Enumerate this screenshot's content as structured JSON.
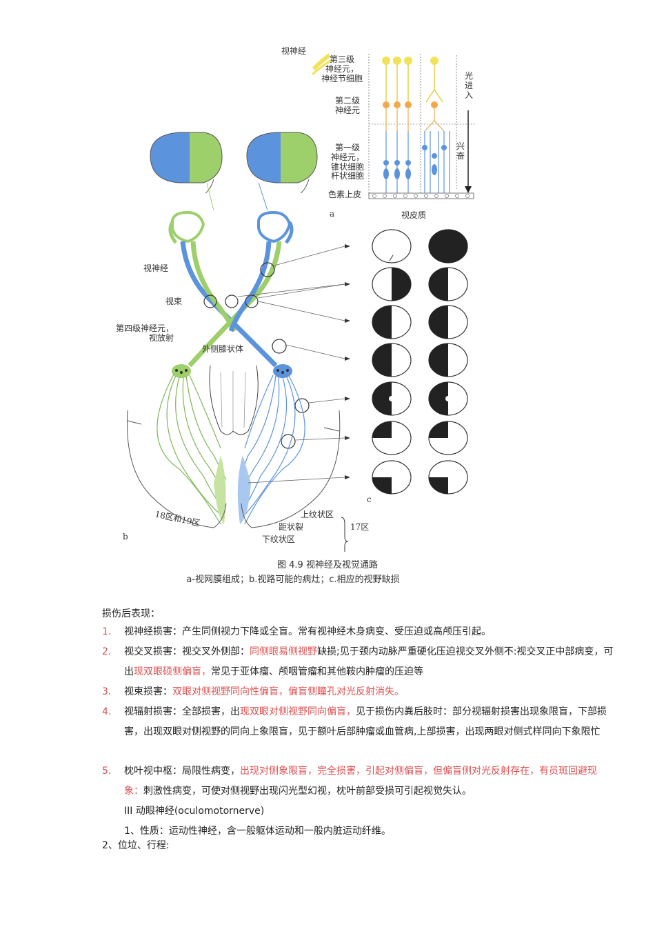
{
  "figure": {
    "labels": {
      "optic_nerve_top": "视神经",
      "third_order": "第三级\n神经元，\n神经节细胞",
      "second_order": "第二级\n神经元",
      "first_order": "第一级\n神经元，\n锥状细胞\n杆状细胞",
      "pigment_epithelium": "色素上皮",
      "light_enters": "光\n进\n入",
      "excitation": "兴\n奋",
      "panel_a": "a",
      "visual_cortex": "视皮质",
      "optic_nerve": "视神经",
      "optic_tract": "视束",
      "fourth_order": "第四级神经元，\n视放射",
      "lgn": "外侧膝状体",
      "area_18_19": "18区和19区",
      "panel_b": "b",
      "upper_striate": "上纹状区",
      "calcarine": "距状裂",
      "lower_striate": "下纹状区",
      "area_17": "17区",
      "panel_c": "c"
    },
    "colors": {
      "blue": "#5b93dd",
      "green": "#9dcf6a",
      "yellow": "#f2e15a",
      "orange": "#f2a94a"
    }
  },
  "caption": {
    "title": "图 4.9 视神经及视觉通路",
    "subtitle": "a-视网膜组成；b.视路可能的病灶；c.相应的视野缺损"
  },
  "section_title": "损伤后表现：",
  "items": [
    {
      "num": "1.",
      "parts": [
        {
          "t": "视神经损害：产生同侧视力下降或全盲。常有视神经木身病变、受压迫或高颅压引起。",
          "red": false
        }
      ]
    },
    {
      "num": "2.",
      "parts": [
        {
          "t": "视交叉损害：视交叉外侧部：",
          "red": false
        },
        {
          "t": "同侧眼易侧视野",
          "red": true
        },
        {
          "t": "缺损;见于颈内动脉严重硬化压迫视交叉外侧不:视交叉正中部病变，可出",
          "red": false
        },
        {
          "t": "现双眼硕侧偏盲，",
          "red": true
        },
        {
          "t": "常见于亚体瘤、颅咽管瘤和其他鞍内肿瘤的压迫等",
          "red": false
        }
      ]
    },
    {
      "num": "3.",
      "parts": [
        {
          "t": "视束损害：",
          "red": false
        },
        {
          "t": "双眼对侧视野同向性偏盲，偏盲侧瞳孔对光反射消失。",
          "red": true
        }
      ]
    },
    {
      "num": "4.",
      "parts": [
        {
          "t": "视辐射损害：全部损害，出",
          "red": false
        },
        {
          "t": "现双眼对侧视野同向偏盲，",
          "red": true
        },
        {
          "t": "见于损伤内粪后肢时：部分视辐射损害出现象限盲，下部损害，出现双眼对侧视野的同向上象限盲，见于额叶后部肿瘤或血管病,上部损害，出现两眼对侧式样同向下象限忙",
          "red": false
        }
      ]
    },
    {
      "num": "5.",
      "parts": [
        {
          "t": "枕叶视中枢：局限性病变，",
          "red": false
        },
        {
          "t": "出现对侧象限盲，完全损害，引起对侧偏盲，但偏盲侧对光反射存在，有员斑回避现象：",
          "red": true
        },
        {
          "t": "刺激性病变，可使对侧视野出现闪光型幻视，枕叶前部受损可引起视觉失认。",
          "red": false
        }
      ]
    }
  ],
  "nerve_heading": "III   动眼神经(oculomotornerve)",
  "nature": "1、性质：运动性神经，含一般躯体运动和一般内脏运动纤维。",
  "position": "2、位垃、行程:"
}
